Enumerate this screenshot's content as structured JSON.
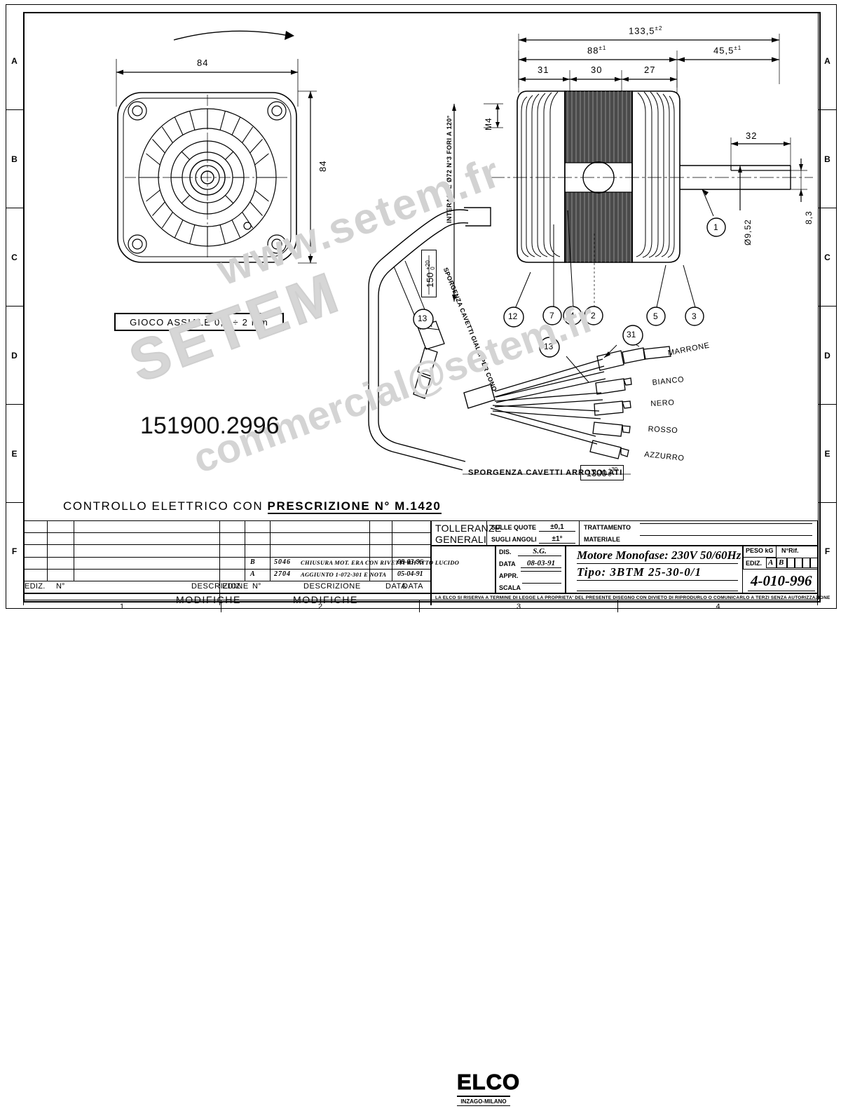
{
  "sheet": {
    "zones_vertical": [
      "A",
      "B",
      "C",
      "D",
      "E",
      "F"
    ],
    "zones_horizontal": [
      "1",
      "2",
      "3",
      "4"
    ],
    "part_number": "151900.2996"
  },
  "watermark": {
    "line1": "www.setem.fr",
    "line2": "SETEM",
    "line3": "commercial@setem.fr"
  },
  "left_view": {
    "dim_width": "84",
    "dim_height": "84",
    "note_box": "GIOCO ASSIALE   0,5 ÷ 2 mm"
  },
  "right_view": {
    "dim_total": "133,5",
    "dim_total_tol": "±2",
    "dim_body": "88",
    "dim_body_tol": "±1",
    "dim_right": "45,5",
    "dim_right_tol": "±1",
    "dim_a": "31",
    "dim_b": "30",
    "dim_c": "27",
    "shaft_len": "32",
    "shaft_dia": "Ø9,52",
    "shaft_flat": "8,3",
    "thread_note": "M4",
    "bolt_circle_note": "INTERASSE Ø72 N°3 FORI A 120°"
  },
  "cable_notes": {
    "yellow_value": "150",
    "yellow_tol_up": "+20",
    "yellow_tol_dn": "0",
    "yellow_text": "SPORGENZA CAVETTI GIALLI PER CONO",
    "wound_label": "SPORGENZA CAVETTI ARROTOLATI",
    "wound_value": "1300",
    "wound_tol_up": "+30",
    "wound_tol_dn": "0"
  },
  "wires": [
    {
      "label": "MARRONE"
    },
    {
      "label": "BIANCO"
    },
    {
      "label": "NERO"
    },
    {
      "label": "ROSSO"
    },
    {
      "label": "AZZURRO"
    }
  ],
  "balloons": [
    {
      "id": "1"
    },
    {
      "id": "12"
    },
    {
      "id": "7"
    },
    {
      "id": "4"
    },
    {
      "id": "2"
    },
    {
      "id": "5"
    },
    {
      "id": "3"
    },
    {
      "id": "13"
    },
    {
      "id": "31"
    },
    {
      "id": "13b"
    }
  ],
  "balloon_labels": {
    "b1": "1",
    "b12": "12",
    "b7": "7",
    "b4": "4",
    "b2": "2",
    "b5": "5",
    "b3": "3",
    "b13": "13",
    "b31": "31",
    "b13b": "13"
  },
  "bottom_note": {
    "prefix": "CONTROLLO ELETTRICO CON ",
    "underlined": "PRESCRIZIONE N° M.1420"
  },
  "titleblock": {
    "tolerances": {
      "title_line1": "TOLLERANZE",
      "title_line2": "GENERALI",
      "row1_label": "SULLE QUOTE",
      "row1_value": "±0,1",
      "row2_label": "SUGLI ANGOLI",
      "row2_value": "±1°"
    },
    "treatment": {
      "row1_label": "TRATTAMENTO",
      "row1_value": "",
      "row2_label": "MATERIALE",
      "row2_value": ""
    },
    "company": {
      "name": "ELCO",
      "city": "INZAGO-MILANO"
    },
    "fields": {
      "dis_label": "DIS.",
      "dis_value": "S.G.",
      "data_label": "DATA",
      "data_value": "08-03-91",
      "appr_label": "APPR.",
      "appr_value": "",
      "scala_label": "SCALA",
      "scala_value": ""
    },
    "description": {
      "line1": "Motore Monofase: 230V 50/60Hz",
      "line2": "Tipo: 3BTM 25-30-0/1",
      "line3": ""
    },
    "right": {
      "peso_label": "PESO kG",
      "peso_value": "",
      "nrif_label": "N°Rif.",
      "nrif_value": "",
      "ediz_label": "EDIZ.",
      "ediz_a": "A",
      "ediz_b": "B",
      "drawing_number": "4-010-996"
    },
    "modifications_title_left": "MODIFICHE",
    "modifications_title_right": "MODIFICHE",
    "mod_headers": [
      "EDIZ.",
      "N°",
      "DESCRIZIONE",
      "DATA"
    ],
    "mod_rows_left": [
      {
        "ediz": "",
        "num": "",
        "desc": "",
        "data": ""
      },
      {
        "ediz": "",
        "num": "",
        "desc": "",
        "data": ""
      },
      {
        "ediz": "",
        "num": "",
        "desc": "",
        "data": ""
      },
      {
        "ediz": "",
        "num": "",
        "desc": "",
        "data": ""
      }
    ],
    "mod_rows_right": [
      {
        "ediz": "",
        "num": "",
        "desc": "",
        "data": ""
      },
      {
        "ediz": "",
        "num": "",
        "desc": "",
        "data": ""
      },
      {
        "ediz": "B",
        "num": "5046",
        "desc": "CHIUSURA MOT. ERA CON RIVETTI RIFATTO LUCIDO",
        "data": "08-03-96"
      },
      {
        "ediz": "A",
        "num": "2704",
        "desc": "AGGIUNTO 1-072-301 E NOTA",
        "data": "05-04-91"
      }
    ],
    "legal_note": "LA ELCO SI RISERVA A TERMINE DI LEGGE LA PROPRIETA' DEL PRESENTE DISEGNO CON DIVIETO DI RIPRODURLO O COMUNICARLO A TERZI SENZA AUTORIZZAZIONE"
  }
}
